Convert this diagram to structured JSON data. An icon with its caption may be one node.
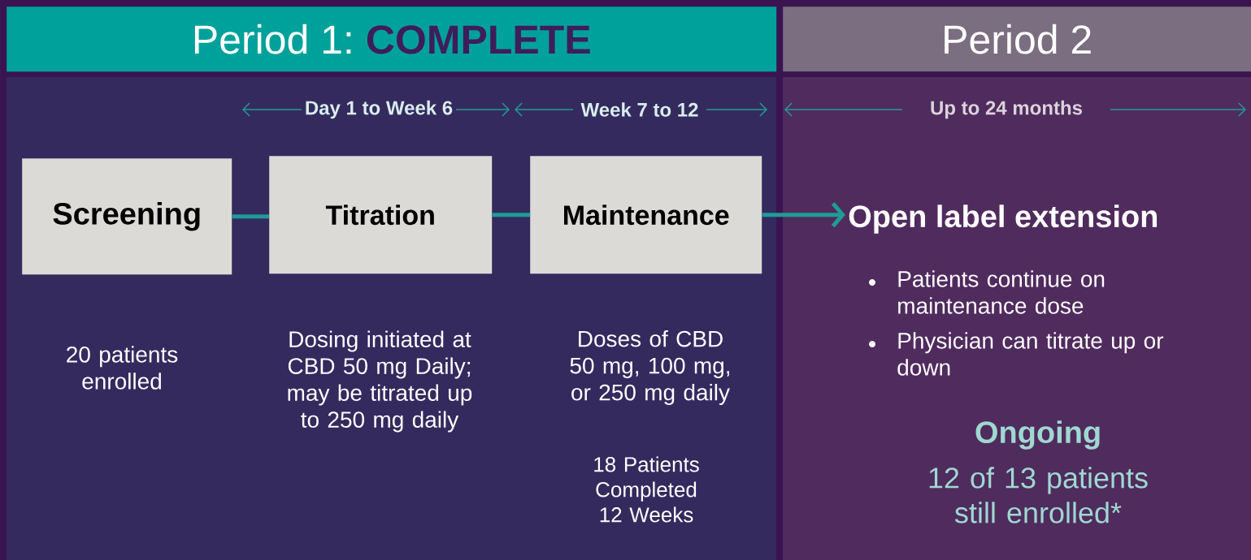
{
  "diagram": {
    "nodes": [
      {
        "text": [
          "Period 1:",
          "COMPLETE"
        ]
      },
      {
        "text": [
          "Period 2"
        ]
      },
      {
        "text": [
          "Screening"
        ],
        "beside": [
          "20 patients enrolled"
        ]
      },
      {
        "text": [
          "Titration"
        ],
        "beside": [
          "Dosing initiated at CBD 50 mg Daily; may be titrated up to 250 mg daily"
        ]
      },
      {
        "text": [
          "Maintenance"
        ],
        "beside": [
          "Doses of CBD 50 mg, 100 mg, or 250 mg daily",
          "18 Patients Completed 12 Weeks"
        ]
      },
      {
        "text": [
          "Open label extension"
        ]
      }
    ],
    "edges": [
      {
        "from": 2,
        "to": 3,
        "arrow": "none"
      },
      {
        "from": 3,
        "to": 4,
        "arrow": "none"
      },
      {
        "from": 4,
        "to": 5,
        "arrow": "to"
      }
    ],
    "labels": [
      "Day 1 to Week 6",
      "Week 7 to 12",
      "Up to 24 months",
      "Patients continue on maintenance dose",
      "Physician can titrate up or down",
      "Ongoing",
      "12 of 13 patients still enrolled*"
    ]
  }
}
